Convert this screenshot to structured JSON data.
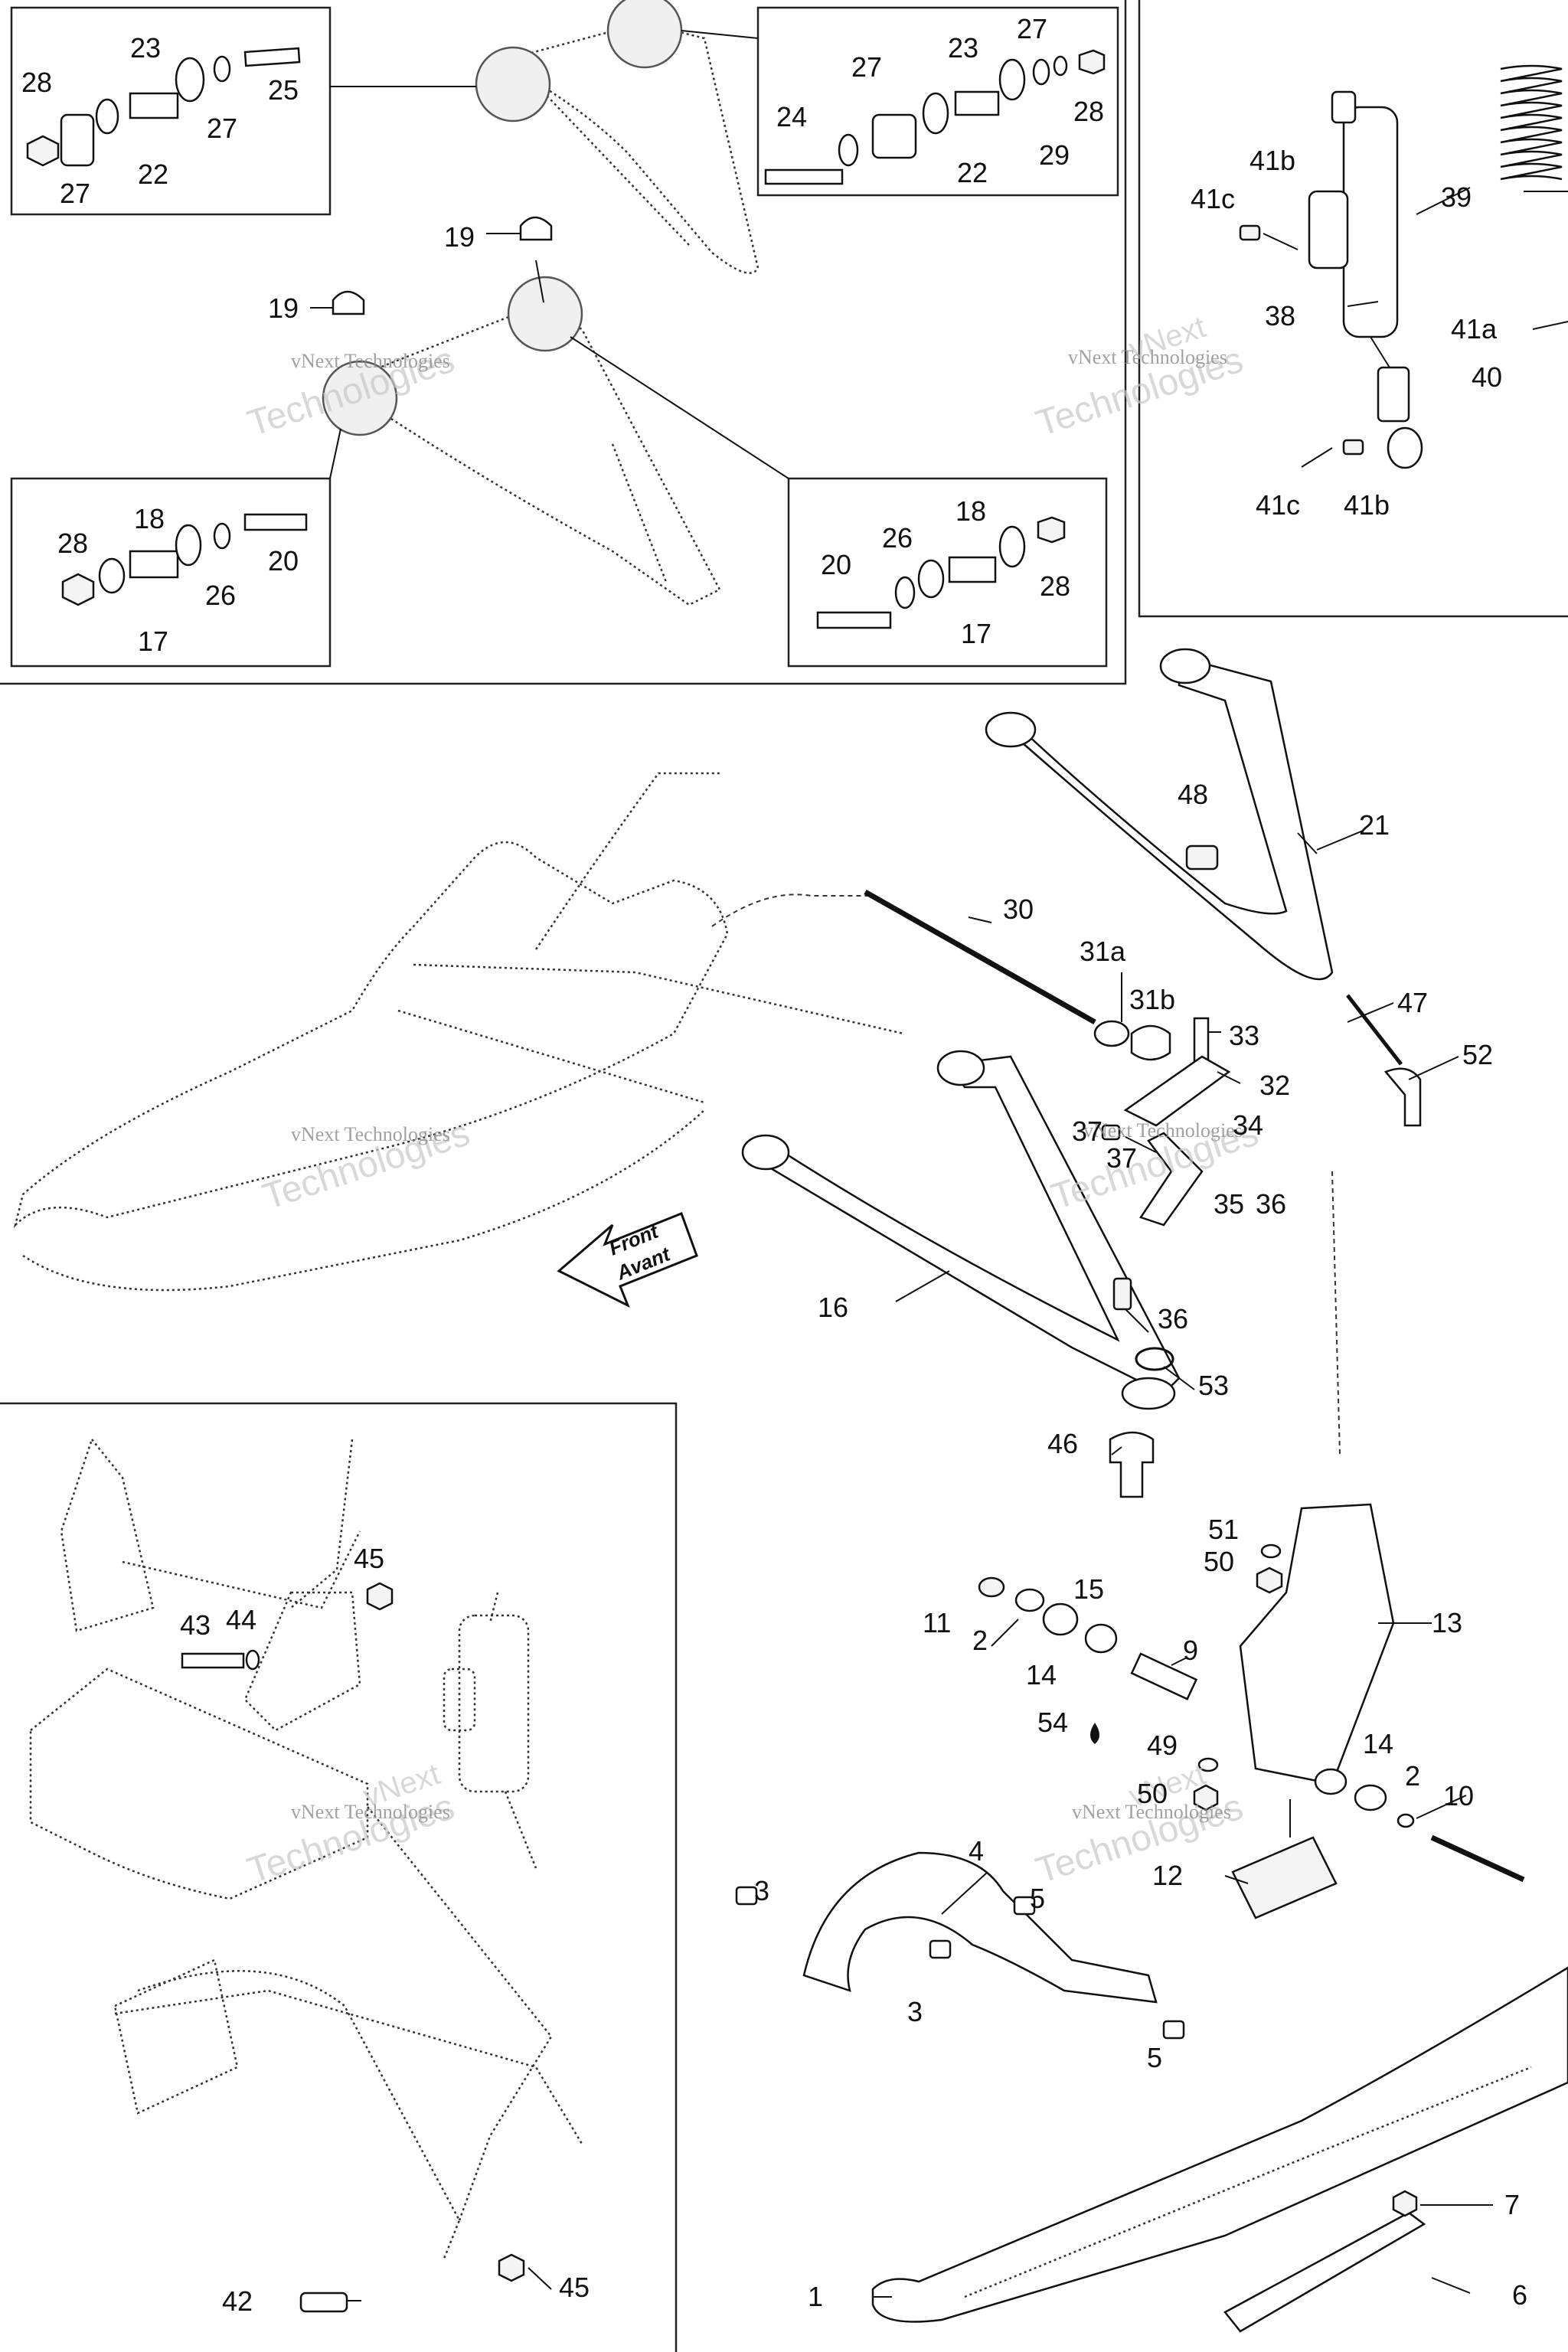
{
  "watermark": {
    "line1": "vNext Technologies",
    "line2": "Technologies",
    "big": "vNext"
  },
  "direction": {
    "line1": "Front",
    "line2": "Avant"
  },
  "callouts": {
    "c1": "1",
    "c2a": "2",
    "c2b": "2",
    "c3a": "3",
    "c3b": "3",
    "c4": "4",
    "c5a": "5",
    "c5b": "5",
    "c6": "6",
    "c7": "7",
    "c9": "9",
    "c10": "10",
    "c11": "11",
    "c12": "12",
    "c13": "13",
    "c14a": "14",
    "c14b": "14",
    "c15": "15",
    "c16": "16",
    "c17a": "17",
    "c17b": "17",
    "c18a": "18",
    "c18b": "18",
    "c19a": "19",
    "c19b": "19",
    "c20a": "20",
    "c20b": "20",
    "c21": "21",
    "c22a": "22",
    "c22b": "22",
    "c23a": "23",
    "c23b": "23",
    "c24": "24",
    "c25": "25",
    "c26a": "26",
    "c26b": "26",
    "c27a": "27",
    "c27b": "27",
    "c27c": "27",
    "c27d": "27",
    "c28a": "28",
    "c28b": "28",
    "c28c": "28",
    "c28d": "28",
    "c29": "29",
    "c30": "30",
    "c31a": "31a",
    "c31b": "31b",
    "c32": "32",
    "c33": "33",
    "c34": "34",
    "c35": "35",
    "c36a": "36",
    "c36b": "36",
    "c37a": "37",
    "c37b": "37",
    "c38": "38",
    "c39": "39",
    "c40": "40",
    "c41a": "41a",
    "c41b1": "41b",
    "c41b2": "41b",
    "c41c1": "41c",
    "c41c2": "41c",
    "c42": "42",
    "c43": "43",
    "c44": "44",
    "c45a": "45",
    "c45b": "45",
    "c46": "46",
    "c47": "47",
    "c48": "48",
    "c49": "49",
    "c50a": "50",
    "c50b": "50",
    "c51": "51",
    "c52": "52",
    "c53": "53",
    "c54": "54"
  }
}
